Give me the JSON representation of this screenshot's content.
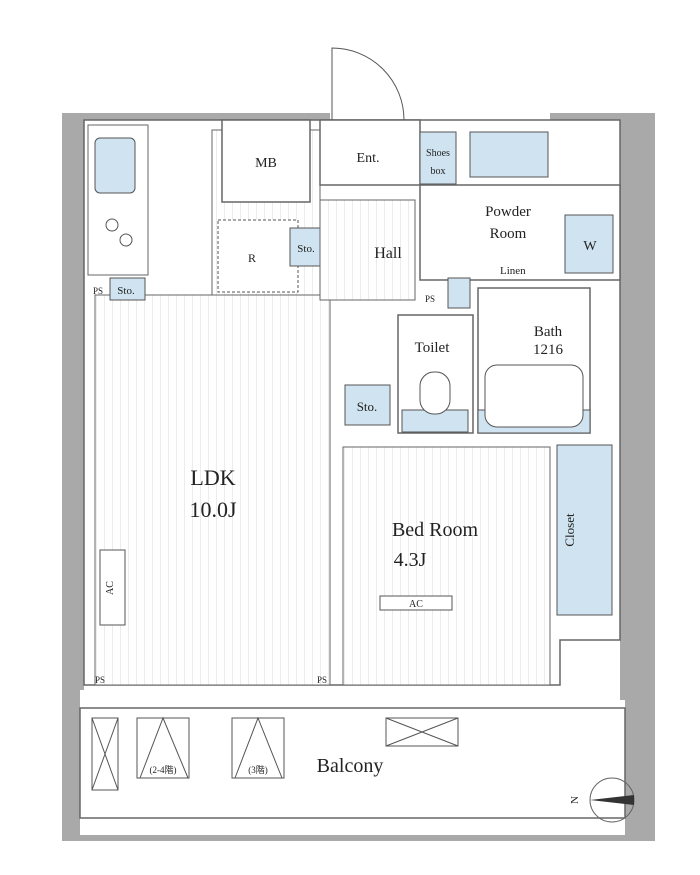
{
  "rooms": {
    "mb": "MB",
    "ent": "Ent.",
    "shoes_box_1": "Shoes",
    "shoes_box_2": "box",
    "powder_1": "Powder",
    "powder_2": "Room",
    "washer": "W",
    "refrigerator": "R",
    "sto_hall": "Sto.",
    "hall": "Hall",
    "linen": "Linen",
    "ps_top_left": "PS",
    "sto_kitchen": "Sto.",
    "ps_toilet": "PS",
    "toilet": "Toilet",
    "bath_1": "Bath",
    "bath_2": "1216",
    "sto_toilet": "Sto.",
    "ldk_1": "LDK",
    "ldk_2": "10.0J",
    "bed_1": "Bed Room",
    "bed_2": "4.3J",
    "ac_bed": "AC",
    "ac_ldk": "AC",
    "closet": "Closet",
    "ps_bottom_left": "PS",
    "ps_bottom_mid": "PS",
    "balcony": "Balcony",
    "hatch_1": "(2-4階)",
    "hatch_2": "(3階)"
  },
  "compass": {
    "label": "N"
  },
  "colors": {
    "wall": "#a9a9a9",
    "fixture": "#cfe4f0"
  }
}
